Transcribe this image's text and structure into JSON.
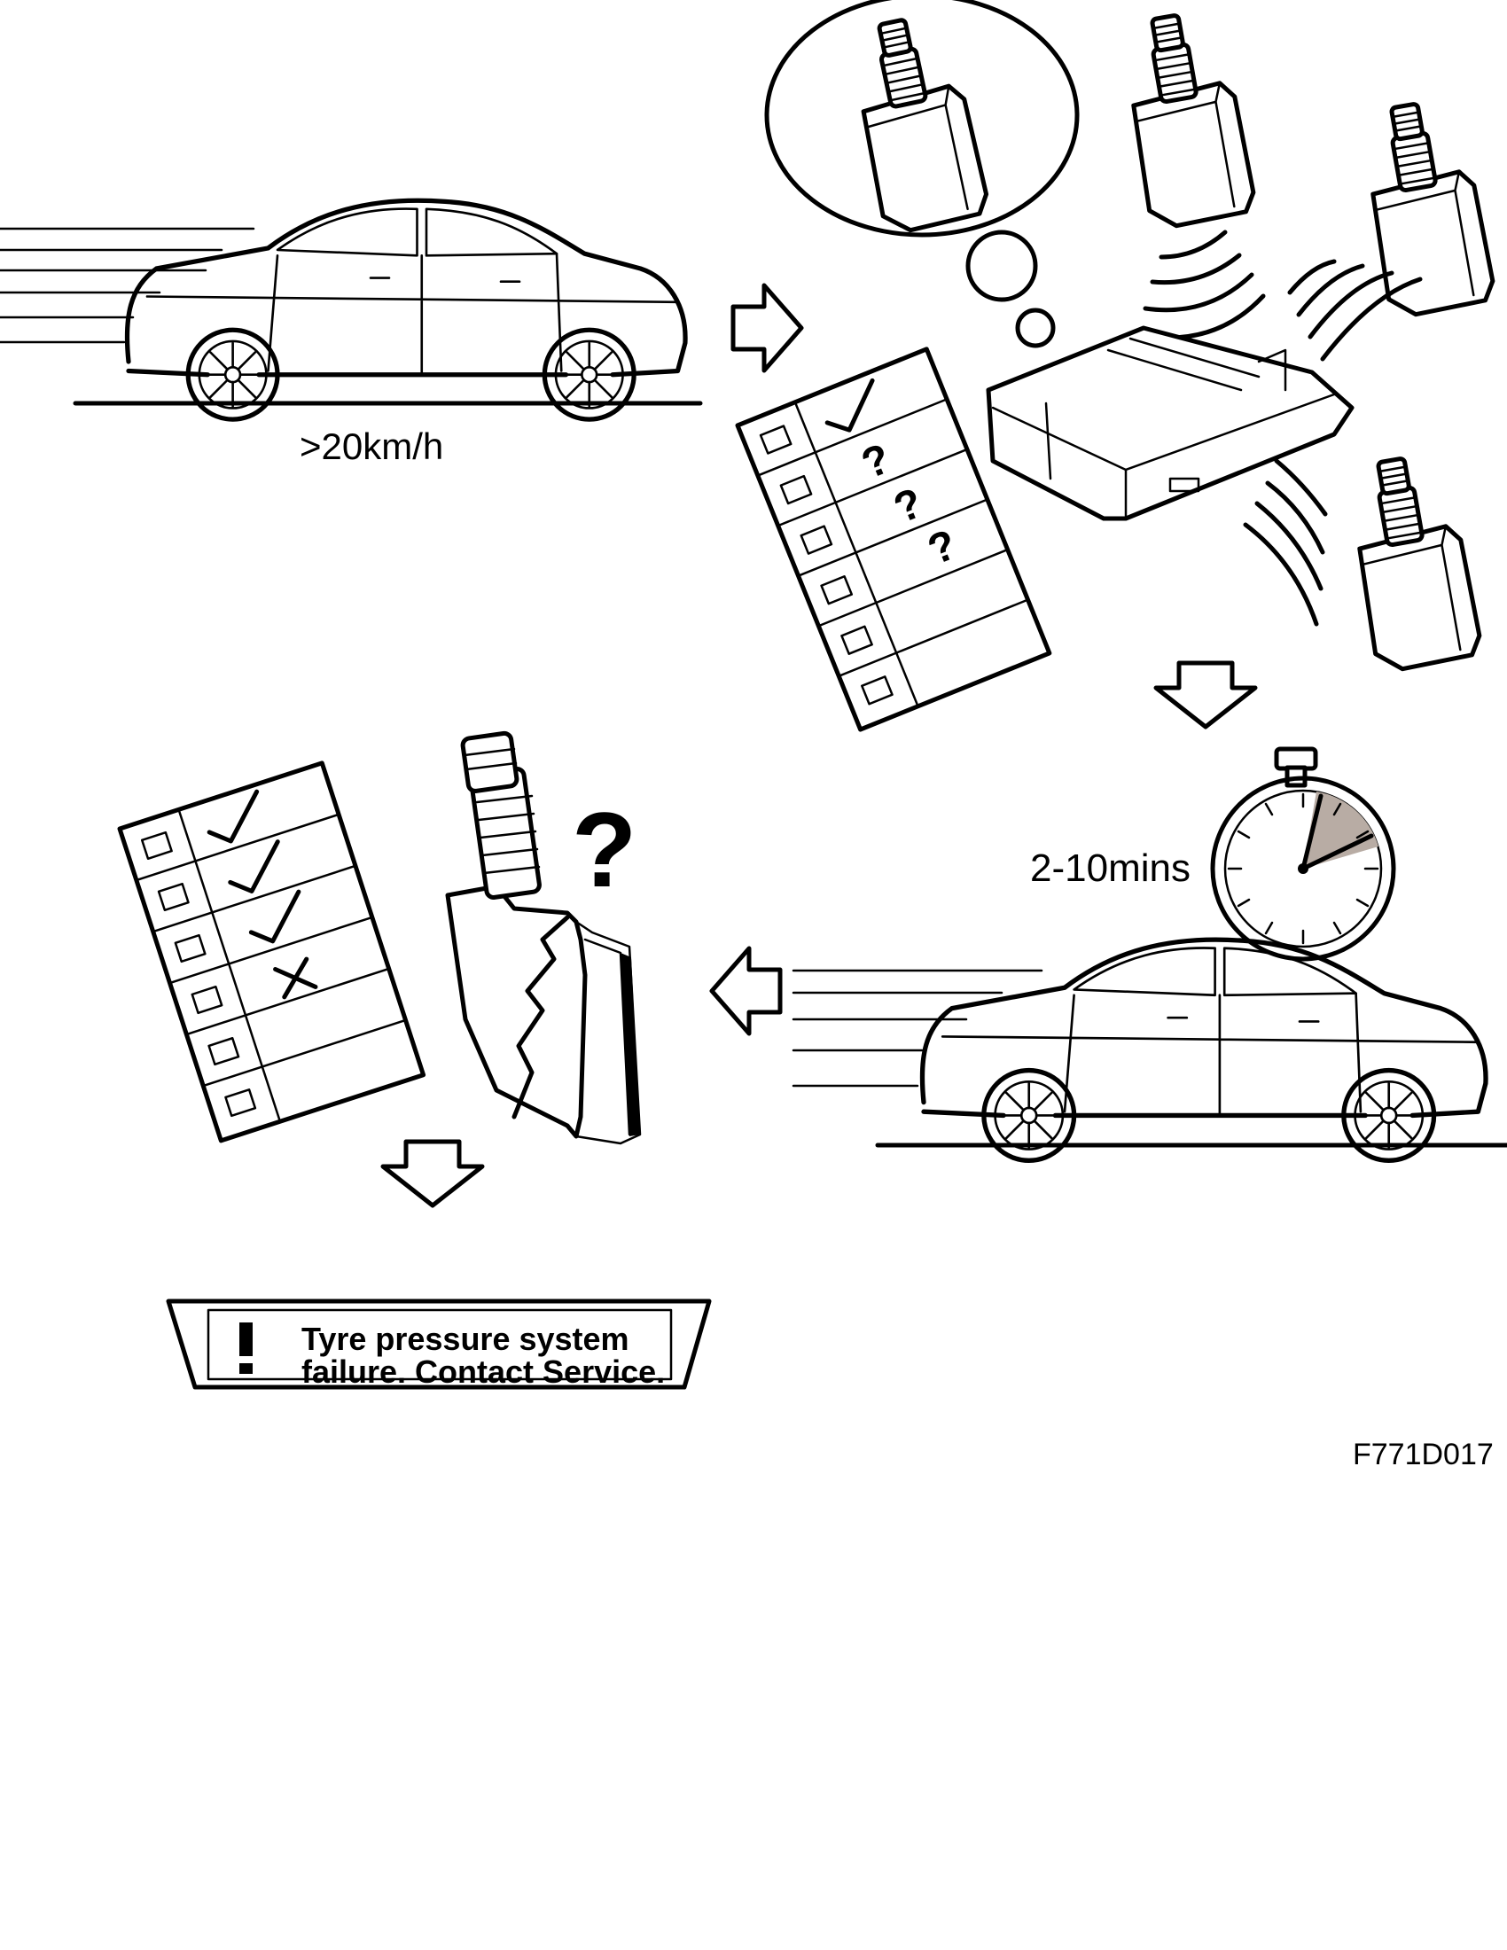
{
  "labels": {
    "speed": ">20km/h",
    "duration": "2-10mins",
    "figure_code": "F771D017"
  },
  "warning_message": {
    "icon": "exclamation-icon",
    "line1": "Tyre pressure system",
    "line2": "failure. Contact Service."
  },
  "checklist_top": {
    "marks": [
      "check",
      "question",
      "question",
      "question",
      "",
      ""
    ]
  },
  "checklist_bottom": {
    "marks": [
      "check",
      "check",
      "check",
      "cross",
      "",
      ""
    ]
  },
  "colors": {
    "ink": "#000000",
    "background": "#ffffff",
    "stopwatch_sector": "#b8aca4"
  }
}
